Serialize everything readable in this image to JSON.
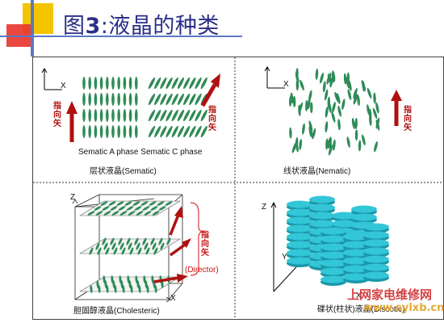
{
  "title": {
    "prefix": "图",
    "number": "3",
    "suffix": ":液晶的种类"
  },
  "colors": {
    "title": "#2a2f86",
    "molecule": "#2e8b57",
    "arrow": "#b01010",
    "disc": "#33c6d8",
    "deco_yellow": "#f5c400",
    "deco_red": "#e8342a",
    "deco_blue": "#5a79c5"
  },
  "panels": {
    "smectic": {
      "axis_x": "X",
      "director_chars": "指向矢",
      "phase_labels": "Sematic A phase Sematic C phase",
      "caption": "层状液晶(Sematic)"
    },
    "nematic": {
      "axis_x": "X",
      "director_chars": "指向矢",
      "caption": "线状液晶(Nematic)"
    },
    "cholesteric": {
      "axis_z": "Z",
      "axis_x": "X",
      "director_chars": "指向矢",
      "director_label": "(Director)",
      "caption": "胆固醇液晶(Cholesteric)"
    },
    "discotic": {
      "axis_z": "Z",
      "axis_y": "Y",
      "axis_x": "X",
      "caption": "碟状(柱状)液晶(Discotic)"
    }
  },
  "watermark": {
    "line1": "上网家电维修网",
    "line2": "www.sylxb.cn"
  }
}
